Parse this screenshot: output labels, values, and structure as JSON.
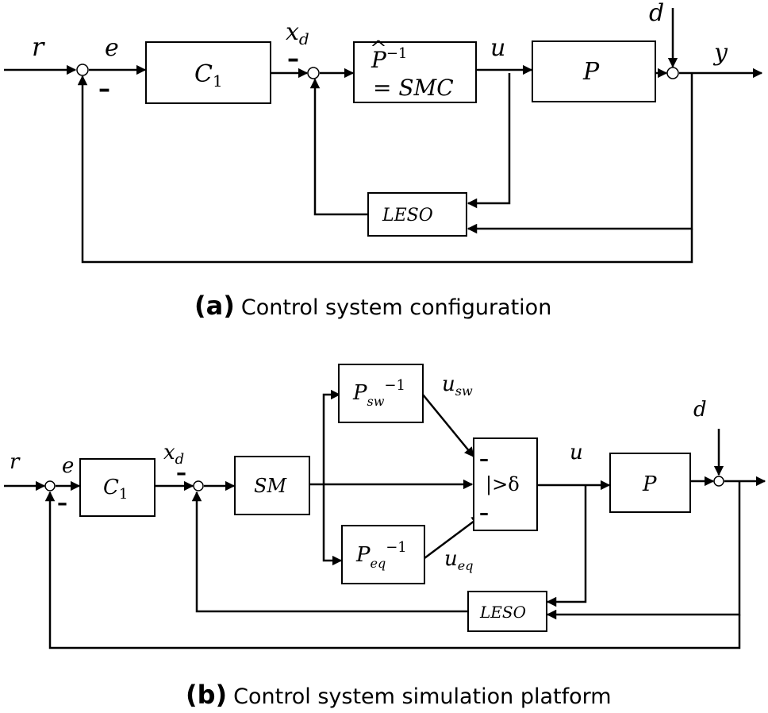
{
  "diagram_a": {
    "caption_letter": "(a)",
    "caption_text": "Control system configuration",
    "signals": {
      "r": "r",
      "e": "e",
      "xd": "x",
      "xd_sub": "d",
      "u": "u",
      "d": "d",
      "y": "y"
    },
    "blocks": {
      "c1_main": "C",
      "c1_sub": "1",
      "smc_line1_base": "P",
      "smc_line1_sup": "−1",
      "smc_line2": "= SMC",
      "plant": "P",
      "leso": "LESO"
    },
    "minus_sign": "–"
  },
  "diagram_b": {
    "caption_letter": "(b)",
    "caption_text": "Control system simulation platform",
    "signals": {
      "r": "r",
      "e": "e",
      "xd": "x",
      "xd_sub": "d",
      "u_sw": "u",
      "u_sw_sub": "sw",
      "u_eq": "u",
      "u_eq_sub": "eq",
      "u": "u",
      "d": "d"
    },
    "blocks": {
      "c1_main": "C",
      "c1_sub": "1",
      "sm": "SM",
      "psw_main": "P",
      "psw_sub": "sw",
      "psw_sup": "−1",
      "peq_main": "P",
      "peq_sub": "eq",
      "peq_sup": "−1",
      "switch_label": "|>δ",
      "plant": "P",
      "leso": "LESO"
    },
    "minus_sign": "–"
  }
}
